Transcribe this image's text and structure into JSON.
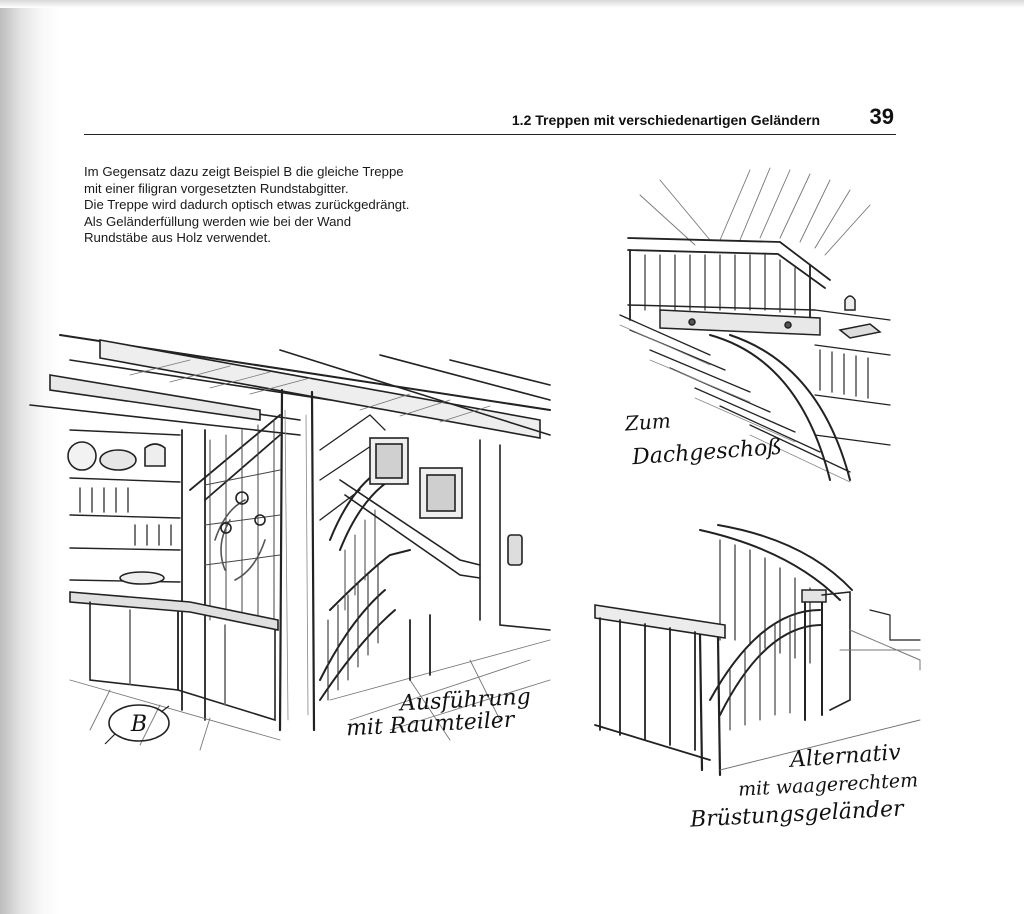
{
  "header": {
    "title": "1.2 Treppen mit verschiedenartigen Geländern",
    "page_number": "39"
  },
  "body_text": {
    "lines": [
      "Im Gegensatz dazu zeigt Beispiel B die gleiche Treppe",
      "mit einer filigran vorgesetzten Rundstabgitter.",
      "Die Treppe wird dadurch optisch etwas zurückgedrängt.",
      "Als Geländerfüllung werden wie bei der Wand",
      "Rundstäbe aus Holz verwendet."
    ]
  },
  "illustrations": {
    "main": {
      "badge": "B",
      "caption_line1": "Ausführung",
      "caption_line2": "mit Raumteiler"
    },
    "top_right": {
      "caption_line1": "Zum",
      "caption_line2": "Dachgeschoß"
    },
    "bottom_right": {
      "caption_line1": "Alternativ",
      "caption_line2": "mit waagerechtem",
      "caption_line3": "Brüstungsgeländer"
    }
  }
}
